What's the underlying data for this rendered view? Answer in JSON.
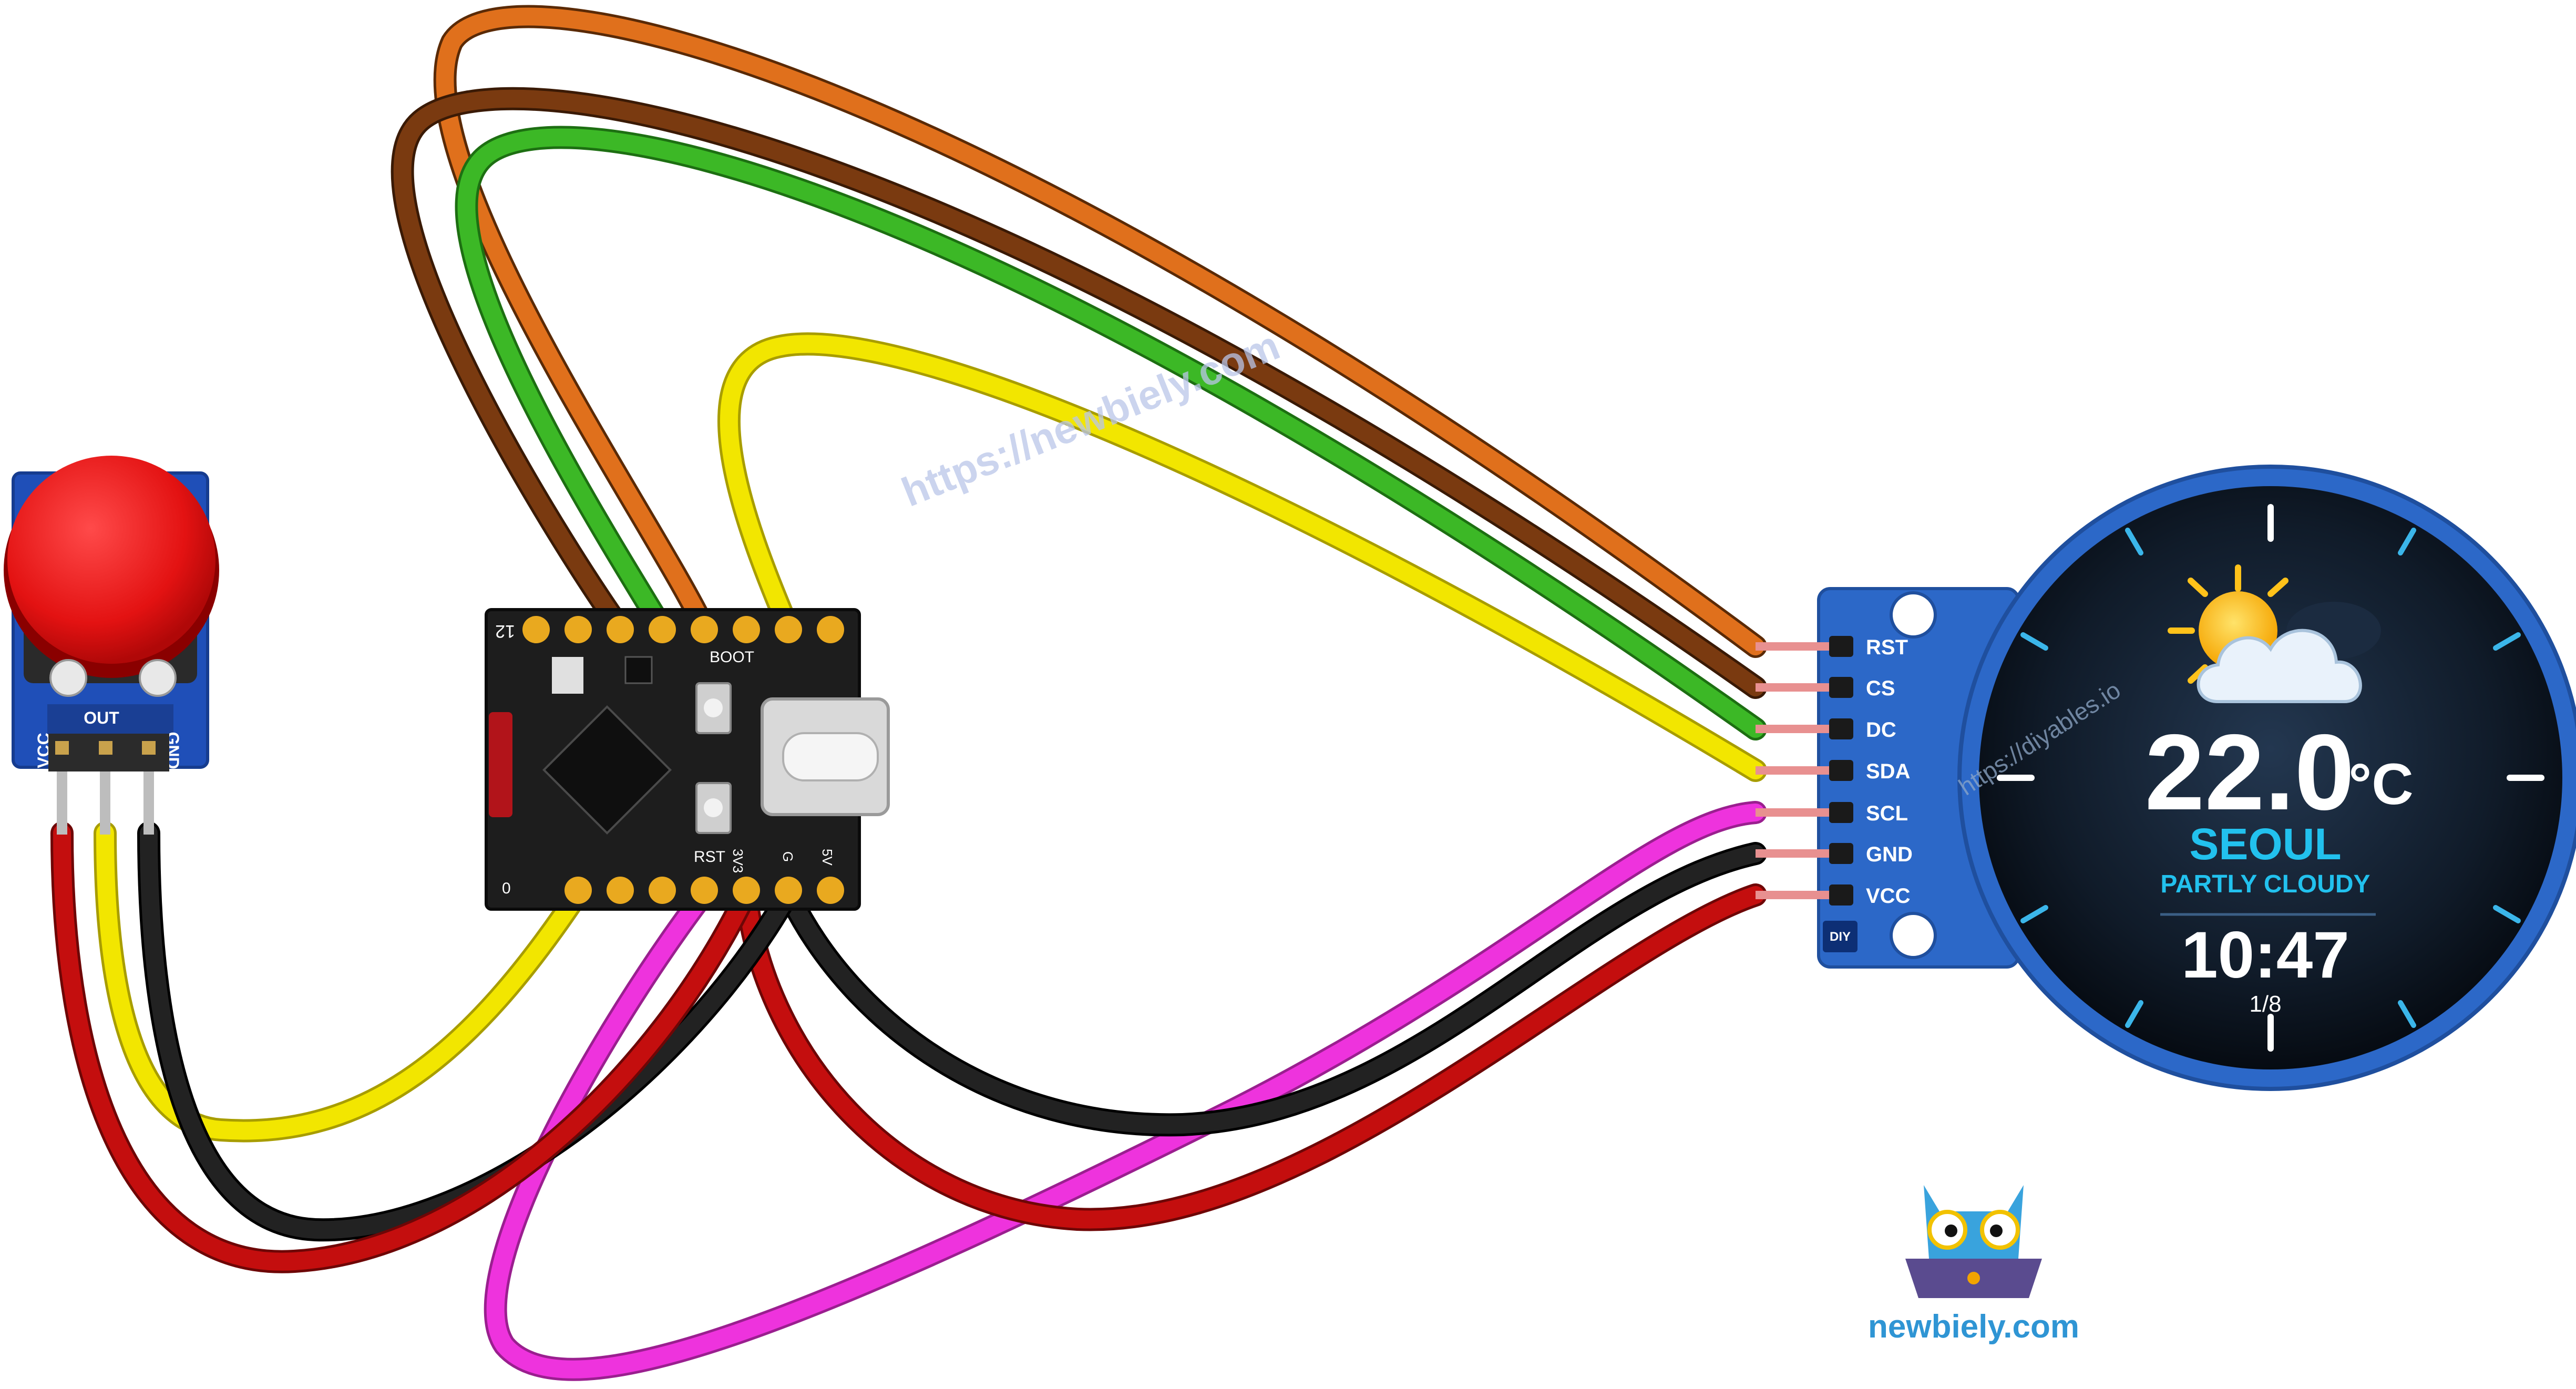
{
  "watermarks": {
    "center": "https://newbiely.com",
    "display": "https://diyables.io"
  },
  "button_module": {
    "pins": [
      "VCC",
      "OUT",
      "GND"
    ]
  },
  "mcu_board": {
    "silkscreen": {
      "corner": "12",
      "boot": "BOOT",
      "rst": "RST",
      "pwr_3v3": "3V3",
      "pwr_5v": "5V",
      "gnd": "G",
      "pin0": "0"
    }
  },
  "display_module": {
    "pins": [
      "RST",
      "CS",
      "DC",
      "SDA",
      "SCL",
      "GND",
      "VCC"
    ],
    "badge": "DIY",
    "screen": {
      "temperature": "22.0",
      "unit": "°C",
      "city": "SEOUL",
      "condition": "PARTLY CLOUDY",
      "time": "10:47",
      "page": "1/8"
    }
  },
  "wires": [
    {
      "id": "wire-orange-rst",
      "color": "#e0701c"
    },
    {
      "id": "wire-brown-cs",
      "color": "#7a3a10"
    },
    {
      "id": "wire-green-dc",
      "color": "#3cb826"
    },
    {
      "id": "wire-yellow-sda",
      "color": "#f2e600"
    },
    {
      "id": "wire-magenta-scl",
      "color": "#ee33dd"
    },
    {
      "id": "wire-black-gnd",
      "color": "#111111"
    },
    {
      "id": "wire-red-vcc",
      "color": "#c40e0e"
    },
    {
      "id": "wire-yellow-out",
      "color": "#f2e600"
    },
    {
      "id": "wire-black-button-gnd",
      "color": "#111111"
    },
    {
      "id": "wire-red-button-vcc",
      "color": "#c40e0e"
    }
  ],
  "brand": {
    "name": "newbiely.com"
  }
}
